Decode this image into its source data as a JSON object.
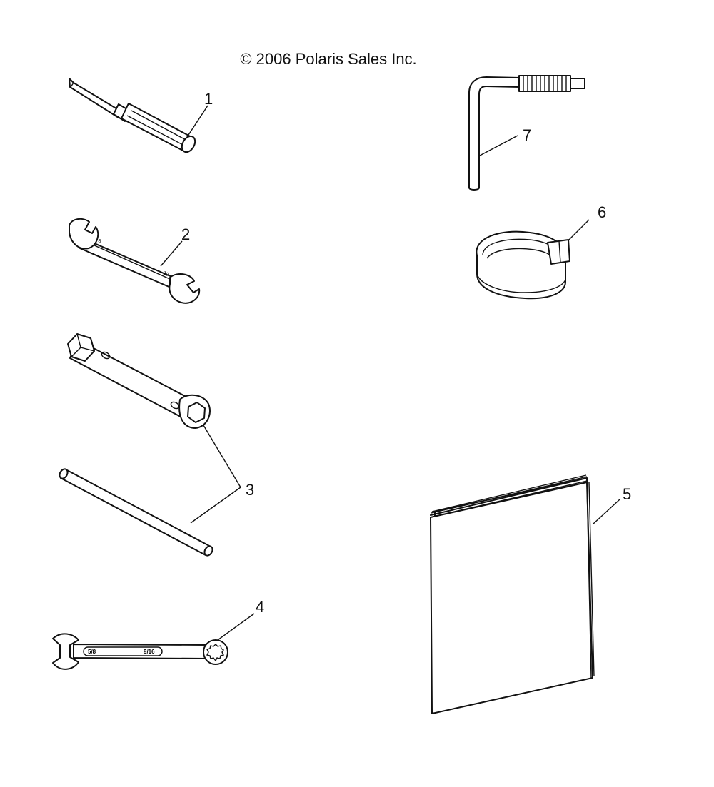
{
  "header": {
    "copyright": "© 2006 Polaris Sales Inc."
  },
  "callouts": {
    "c1": "1",
    "c2": "2",
    "c3": "3",
    "c4": "4",
    "c5": "5",
    "c6": "6",
    "c7": "7"
  },
  "parts": [
    {
      "ref": "1",
      "icon": "screwdriver-icon"
    },
    {
      "ref": "2",
      "icon": "open-end-wrench-icon"
    },
    {
      "ref": "3",
      "icon": "tube-socket-wrench-icon"
    },
    {
      "ref": "3",
      "icon": "tommy-bar-icon"
    },
    {
      "ref": "4",
      "icon": "combination-wrench-icon"
    },
    {
      "ref": "5",
      "icon": "owners-manual-icon"
    },
    {
      "ref": "6",
      "icon": "tool-pouch-strap-icon"
    },
    {
      "ref": "7",
      "icon": "hex-key-icon"
    }
  ],
  "wrench_markings": {
    "left": "5/8",
    "right": "9/16"
  }
}
